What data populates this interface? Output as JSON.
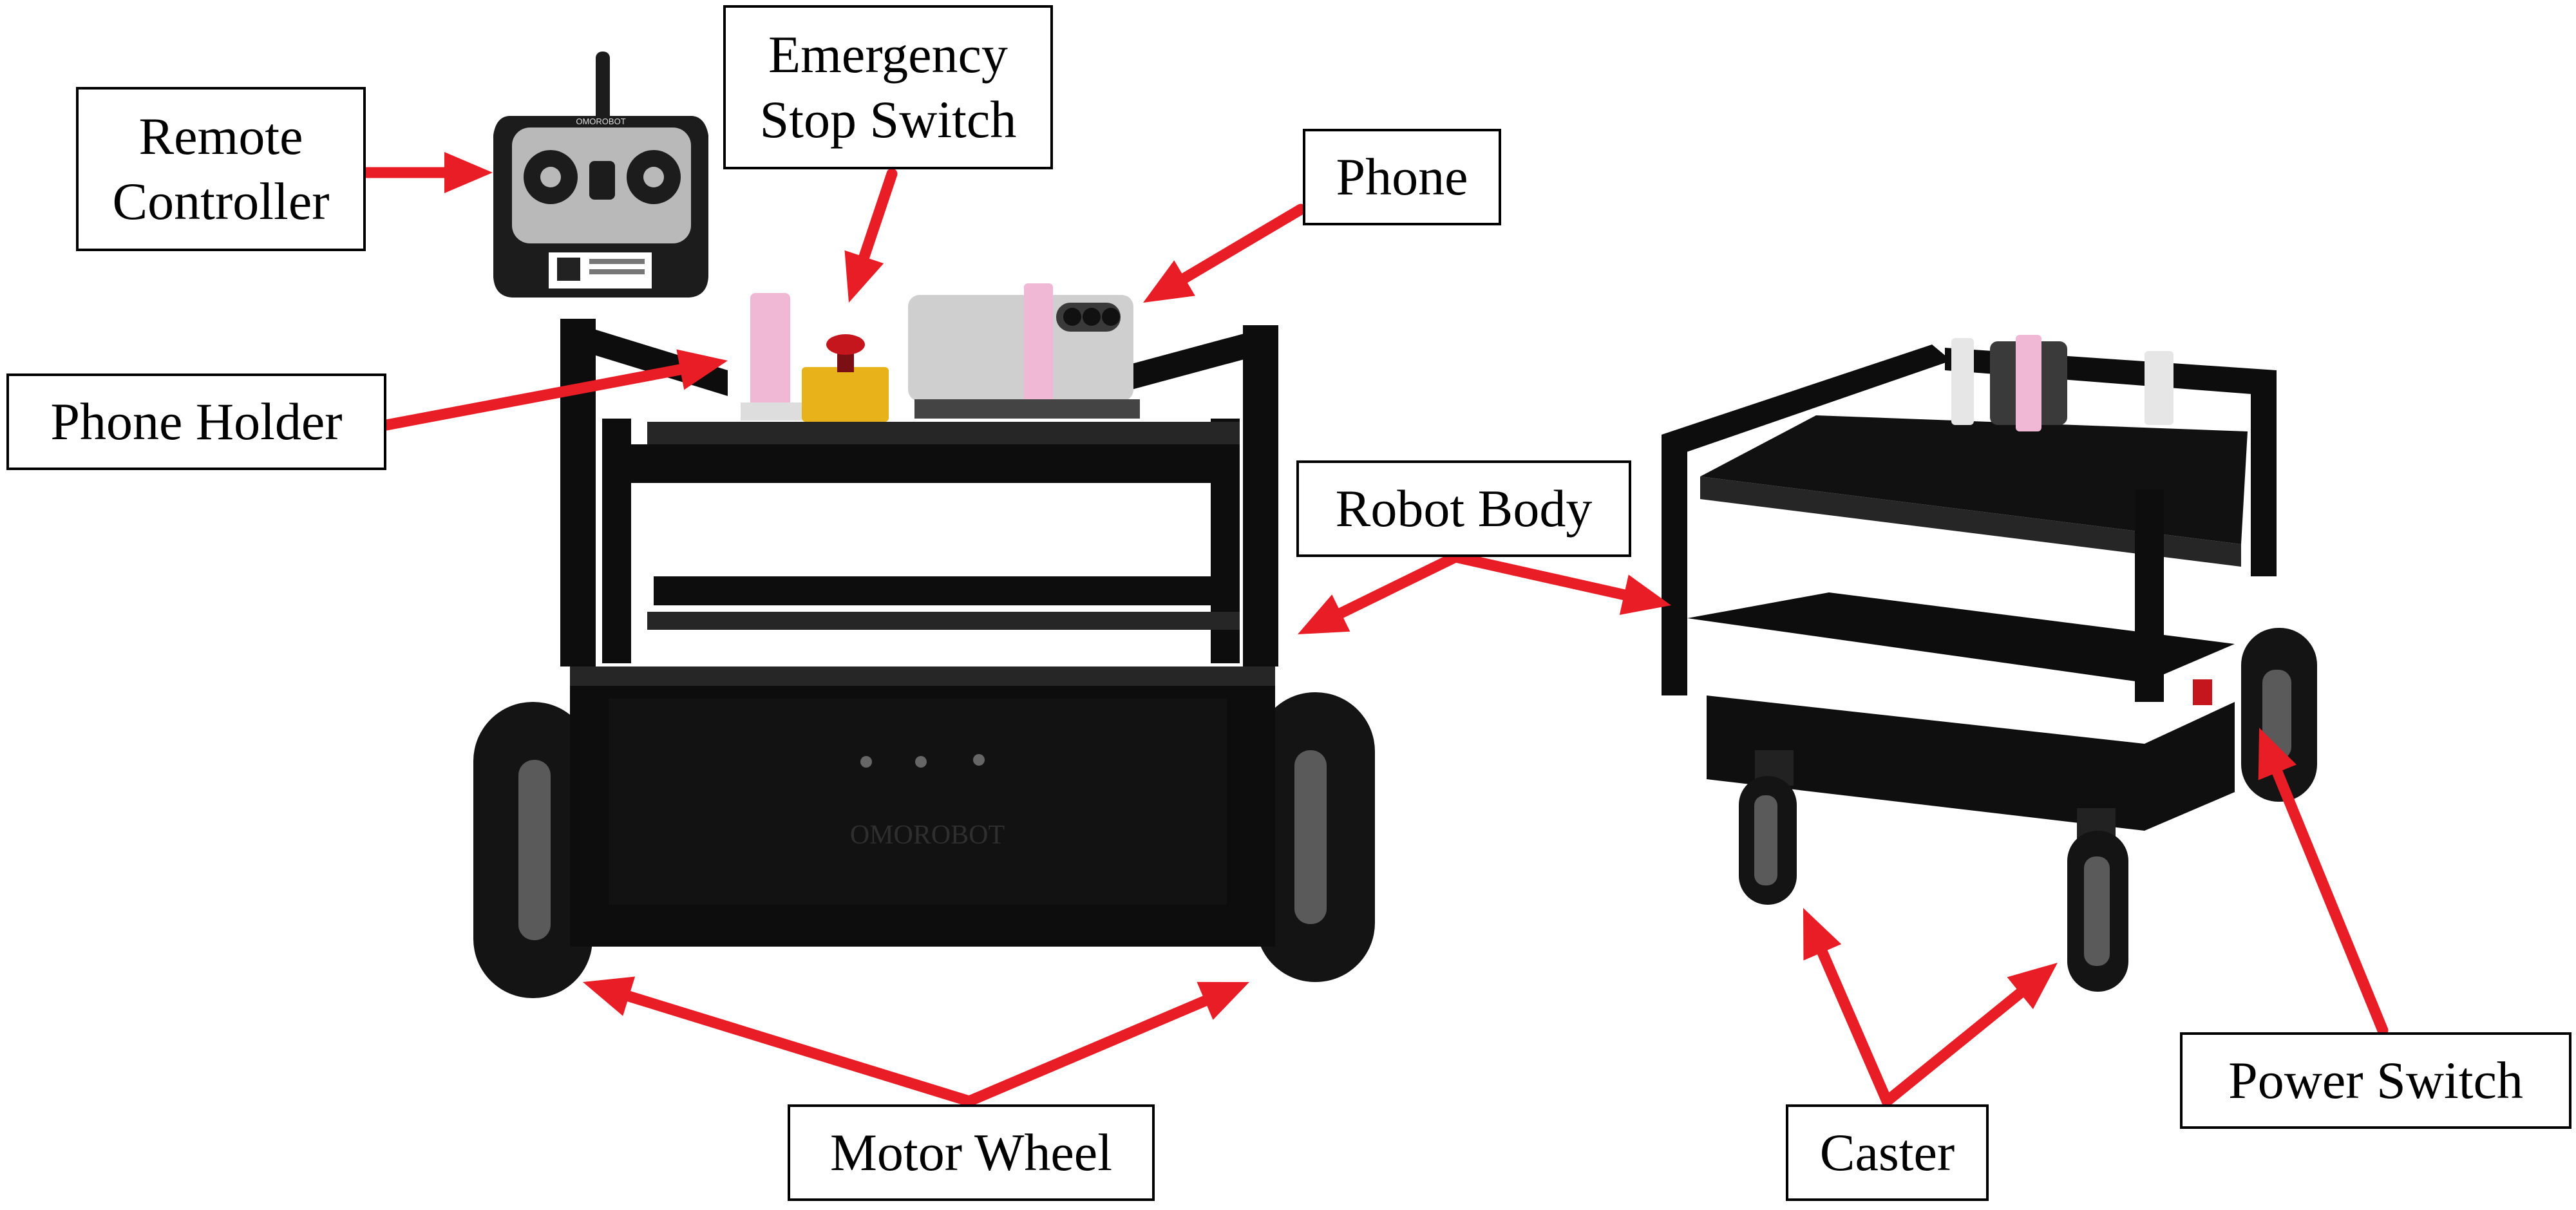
{
  "colors": {
    "arrow": "#e81d25",
    "frame": "#0d0d0d",
    "frame_edge": "#262626",
    "tire": "#141414",
    "hub": "#5a5a5a",
    "phone_holder": "#f0b8d4",
    "phone": "#cfcfcf",
    "estop_base": "#e7b21a",
    "estop_button": "#c4161c",
    "controller_body": "#1c1c1c",
    "controller_face": "#b9b9b9"
  },
  "labels": {
    "remote_controller": "Remote\nController",
    "emergency_stop_switch": "Emergency\nStop Switch",
    "phone": "Phone",
    "phone_holder": "Phone Holder",
    "robot_body": "Robot Body",
    "motor_wheel": "Motor Wheel",
    "caster": "Caster",
    "power_switch": "Power Switch"
  },
  "branding": {
    "controller_logo": "OMOROBOT",
    "body_logo": "OMOROBOT"
  }
}
